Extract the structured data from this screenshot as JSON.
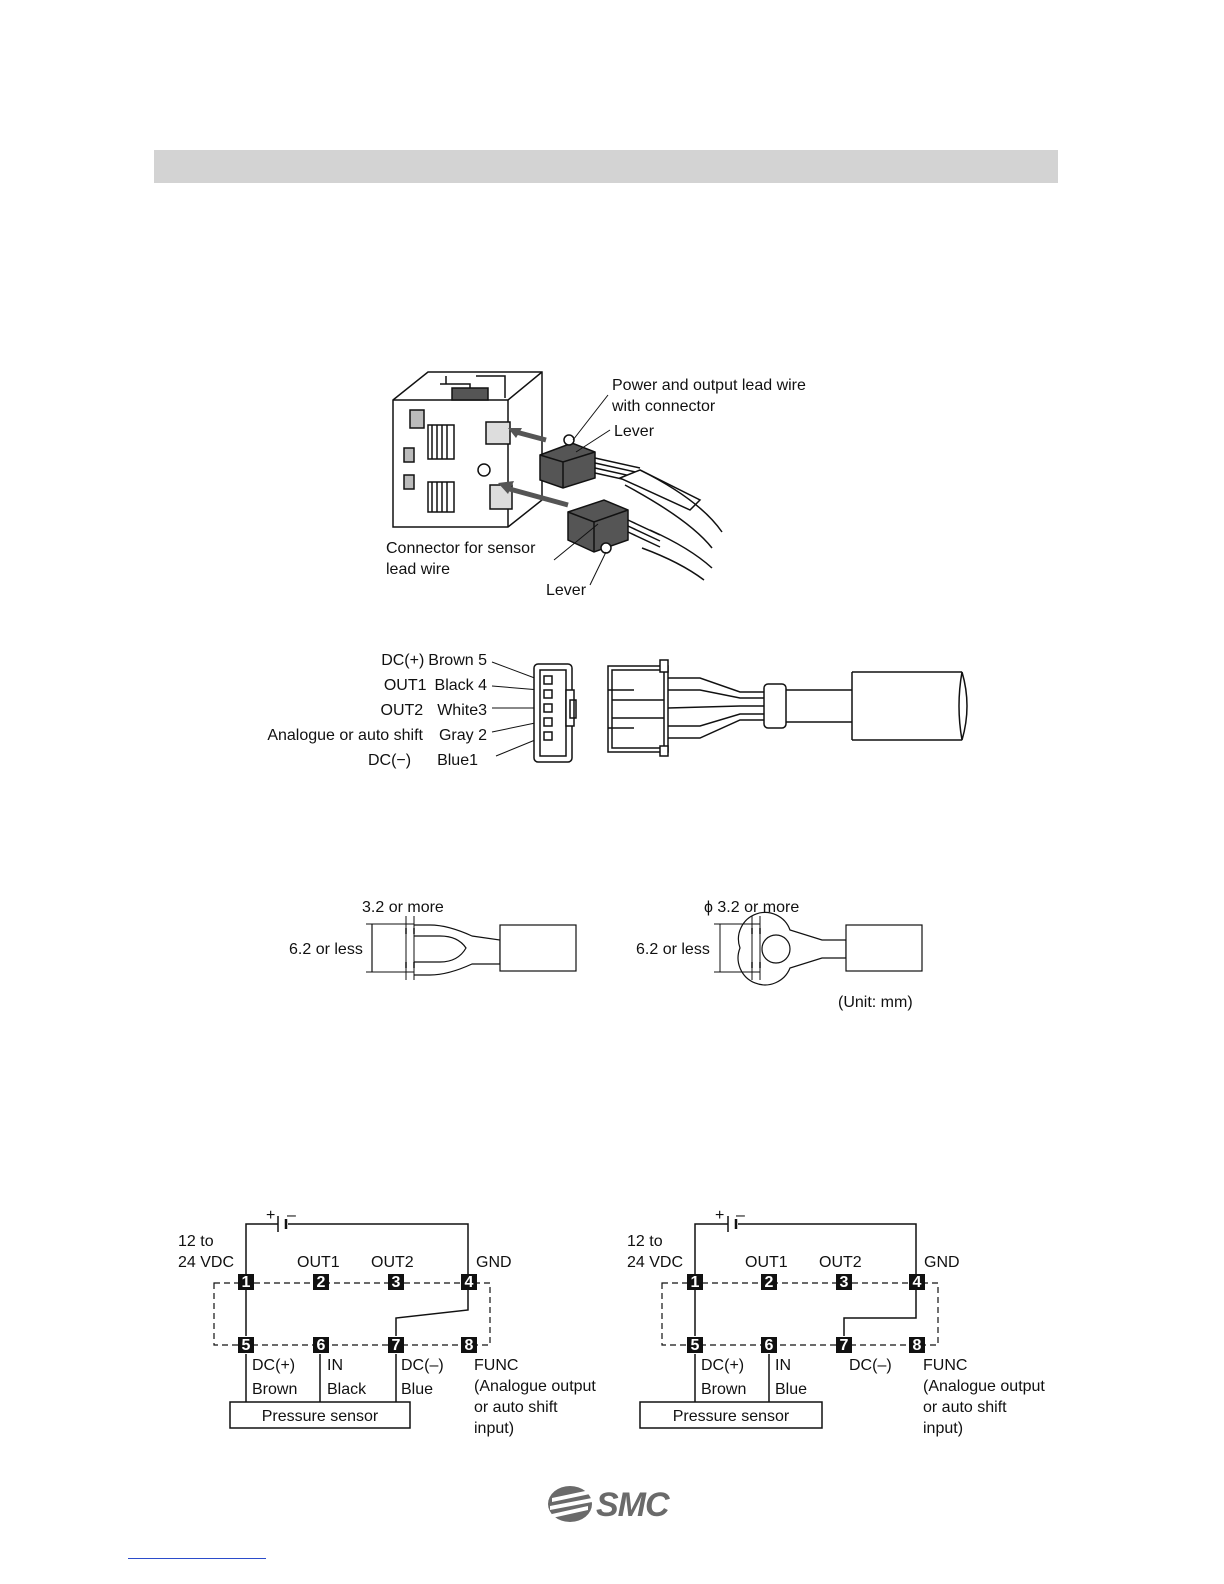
{
  "connector_figure": {
    "power_lead_label_1": "Power and output lead wire",
    "power_lead_label_2": "with connector",
    "lever_top": "Lever",
    "sensor_connector_label_1": "Connector for sensor",
    "sensor_connector_label_2": "lead wire",
    "lever_bottom": "Lever"
  },
  "pinout": {
    "pins": [
      {
        "signal": "DC(+)",
        "wire": "Brown 5"
      },
      {
        "signal": "OUT1",
        "wire": "Black 4"
      },
      {
        "signal": "OUT2",
        "wire": "White3"
      },
      {
        "signal": "Analogue or auto shift",
        "wire": "Gray 2"
      },
      {
        "signal": "DC(−)",
        "wire": "Blue1"
      }
    ]
  },
  "terminals": {
    "y_width_label": "3.2 or more",
    "y_height_label": "6.2 or less",
    "ring_width_label": "ϕ 3.2 or more",
    "ring_height_label": "6.2 or less",
    "unit_label": "(Unit: mm)"
  },
  "wiring_left": {
    "supply_1": "12 to",
    "supply_2": "24 VDC",
    "plus": "+",
    "minus": "–",
    "top_labels": [
      "OUT1",
      "OUT2",
      "GND"
    ],
    "top_pins": [
      "1",
      "2",
      "3",
      "4"
    ],
    "bottom_pins": [
      "5",
      "6",
      "7",
      "8"
    ],
    "lead_labels_1": [
      "DC(+)",
      "IN",
      "DC(–)"
    ],
    "lead_labels_2": [
      "Brown",
      "Black",
      "Blue"
    ],
    "func_1": "FUNC",
    "func_2": "(Analogue output",
    "func_3": "or auto shift",
    "func_4": "input)",
    "sensor": "Pressure sensor"
  },
  "wiring_right": {
    "supply_1": "12 to",
    "supply_2": "24 VDC",
    "plus": "+",
    "minus": "–",
    "top_labels": [
      "OUT1",
      "OUT2",
      "GND"
    ],
    "top_pins": [
      "1",
      "2",
      "3",
      "4"
    ],
    "bottom_pins": [
      "5",
      "6",
      "7",
      "8"
    ],
    "lead_labels_1": [
      "DC(+)",
      "IN",
      "DC(–)"
    ],
    "lead_labels_2": [
      "Brown",
      "Blue"
    ],
    "func_1": "FUNC",
    "func_2": "(Analogue output",
    "func_3": "or auto shift",
    "func_4": "input)",
    "sensor": "Pressure sensor"
  },
  "footer": {
    "logo_text": "SMC"
  }
}
